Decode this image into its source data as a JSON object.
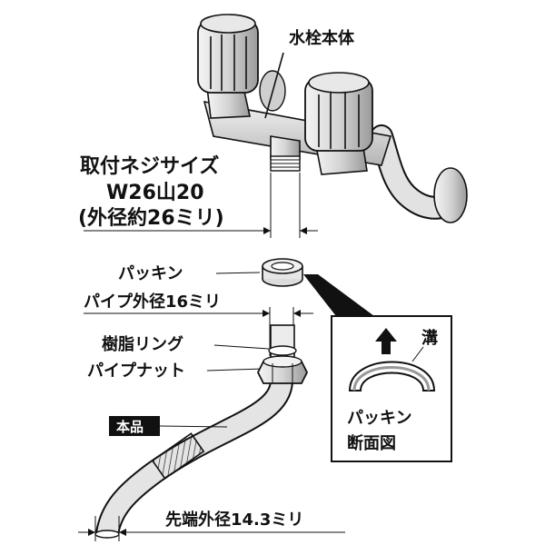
{
  "labels": {
    "faucet_body": "水栓本体",
    "thread_size_title": "取付ネジサイズ",
    "thread_size_spec": "W26山20",
    "thread_outer_dia": "(外径約26ミリ)",
    "packing": "パッキン",
    "pipe_outer_dia": "パイプ外径16ミリ",
    "resin_ring": "樹脂リング",
    "pipe_nut": "パイプナット",
    "product": "本品",
    "tip_outer_dia": "先端外径14.3ミリ",
    "groove": "溝",
    "packing_section_line1": "パッキン",
    "packing_section_line2": "断面図"
  },
  "colors": {
    "ink": "#111111",
    "badge_bg": "#111111",
    "background": "#ffffff",
    "metal_shade": "#dcdcdc"
  },
  "icons": {
    "direction_arrow": "up-arrow-icon"
  }
}
